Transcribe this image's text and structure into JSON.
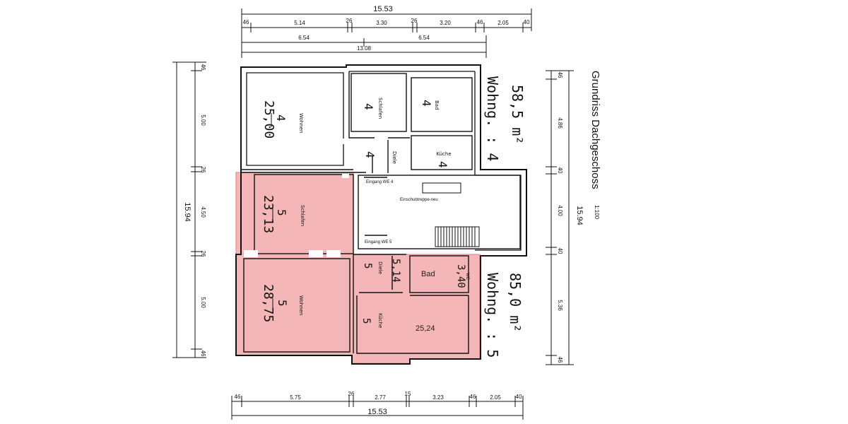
{
  "title": {
    "main": "Grundriss Dachgeschoss",
    "scale": "1:100"
  },
  "dims": {
    "top_total": "15.53",
    "top_row1": [
      "46",
      "5.14",
      "26",
      "3.30",
      "26",
      "3.20",
      "46",
      "2.05",
      "40"
    ],
    "top_row2": [
      "6.54",
      "6.54"
    ],
    "top_row3": "13.08",
    "bottom_total": "15.53",
    "bottom_row": [
      "46",
      "5.75",
      "26",
      "2.77",
      "15",
      "3.23",
      "46",
      "2.05",
      "40"
    ],
    "left_total": "15.94",
    "left_segs": [
      "46",
      "5.00",
      "26",
      "4.50",
      "26",
      "5.00",
      "46"
    ],
    "right_total": "15.94",
    "right_segs": [
      "46",
      "4.86",
      "40",
      "4.00",
      "40",
      "5.36",
      "46"
    ]
  },
  "rooms": {
    "wohnen_top": {
      "name": "Wohnen",
      "num": "4",
      "area": "25,00"
    },
    "schlafen_top": {
      "name": "Schlafen",
      "num": "4"
    },
    "bad_top": {
      "name": "Bad",
      "num": "4"
    },
    "diele_top": {
      "name": "Diele",
      "num": "4"
    },
    "kueche_top": {
      "name": "Küche",
      "num": "4"
    },
    "schlafen_bottom": {
      "name": "Schlafen",
      "num": "5",
      "area": "23,13"
    },
    "wohnen_bottom": {
      "name": "Wohnen",
      "num": "5",
      "area": "28,75"
    },
    "diele_bottom": {
      "name": "Diele",
      "num": "5",
      "area": "5,14"
    },
    "wc_bottom": {
      "name": "WC",
      "area": "3,40"
    },
    "bad_bottom": {
      "name": "Bad"
    },
    "kueche_bottom": {
      "name": "Küche",
      "num": "5",
      "area": "25,24"
    }
  },
  "stair": {
    "label": "Einschubtreppe-neu",
    "entry4": "Eingang WE 4",
    "entry5": "Eingang WE 5"
  },
  "units": {
    "unit4": {
      "area": "58,5 m²",
      "label": "Wohng. : 4"
    },
    "unit5": {
      "area": "85,0 m²",
      "label": "Wohng. : 5"
    }
  },
  "colors": {
    "highlight": "#f4b6b6",
    "highlight_edge": "#e38f8f",
    "ink": "#111111"
  }
}
